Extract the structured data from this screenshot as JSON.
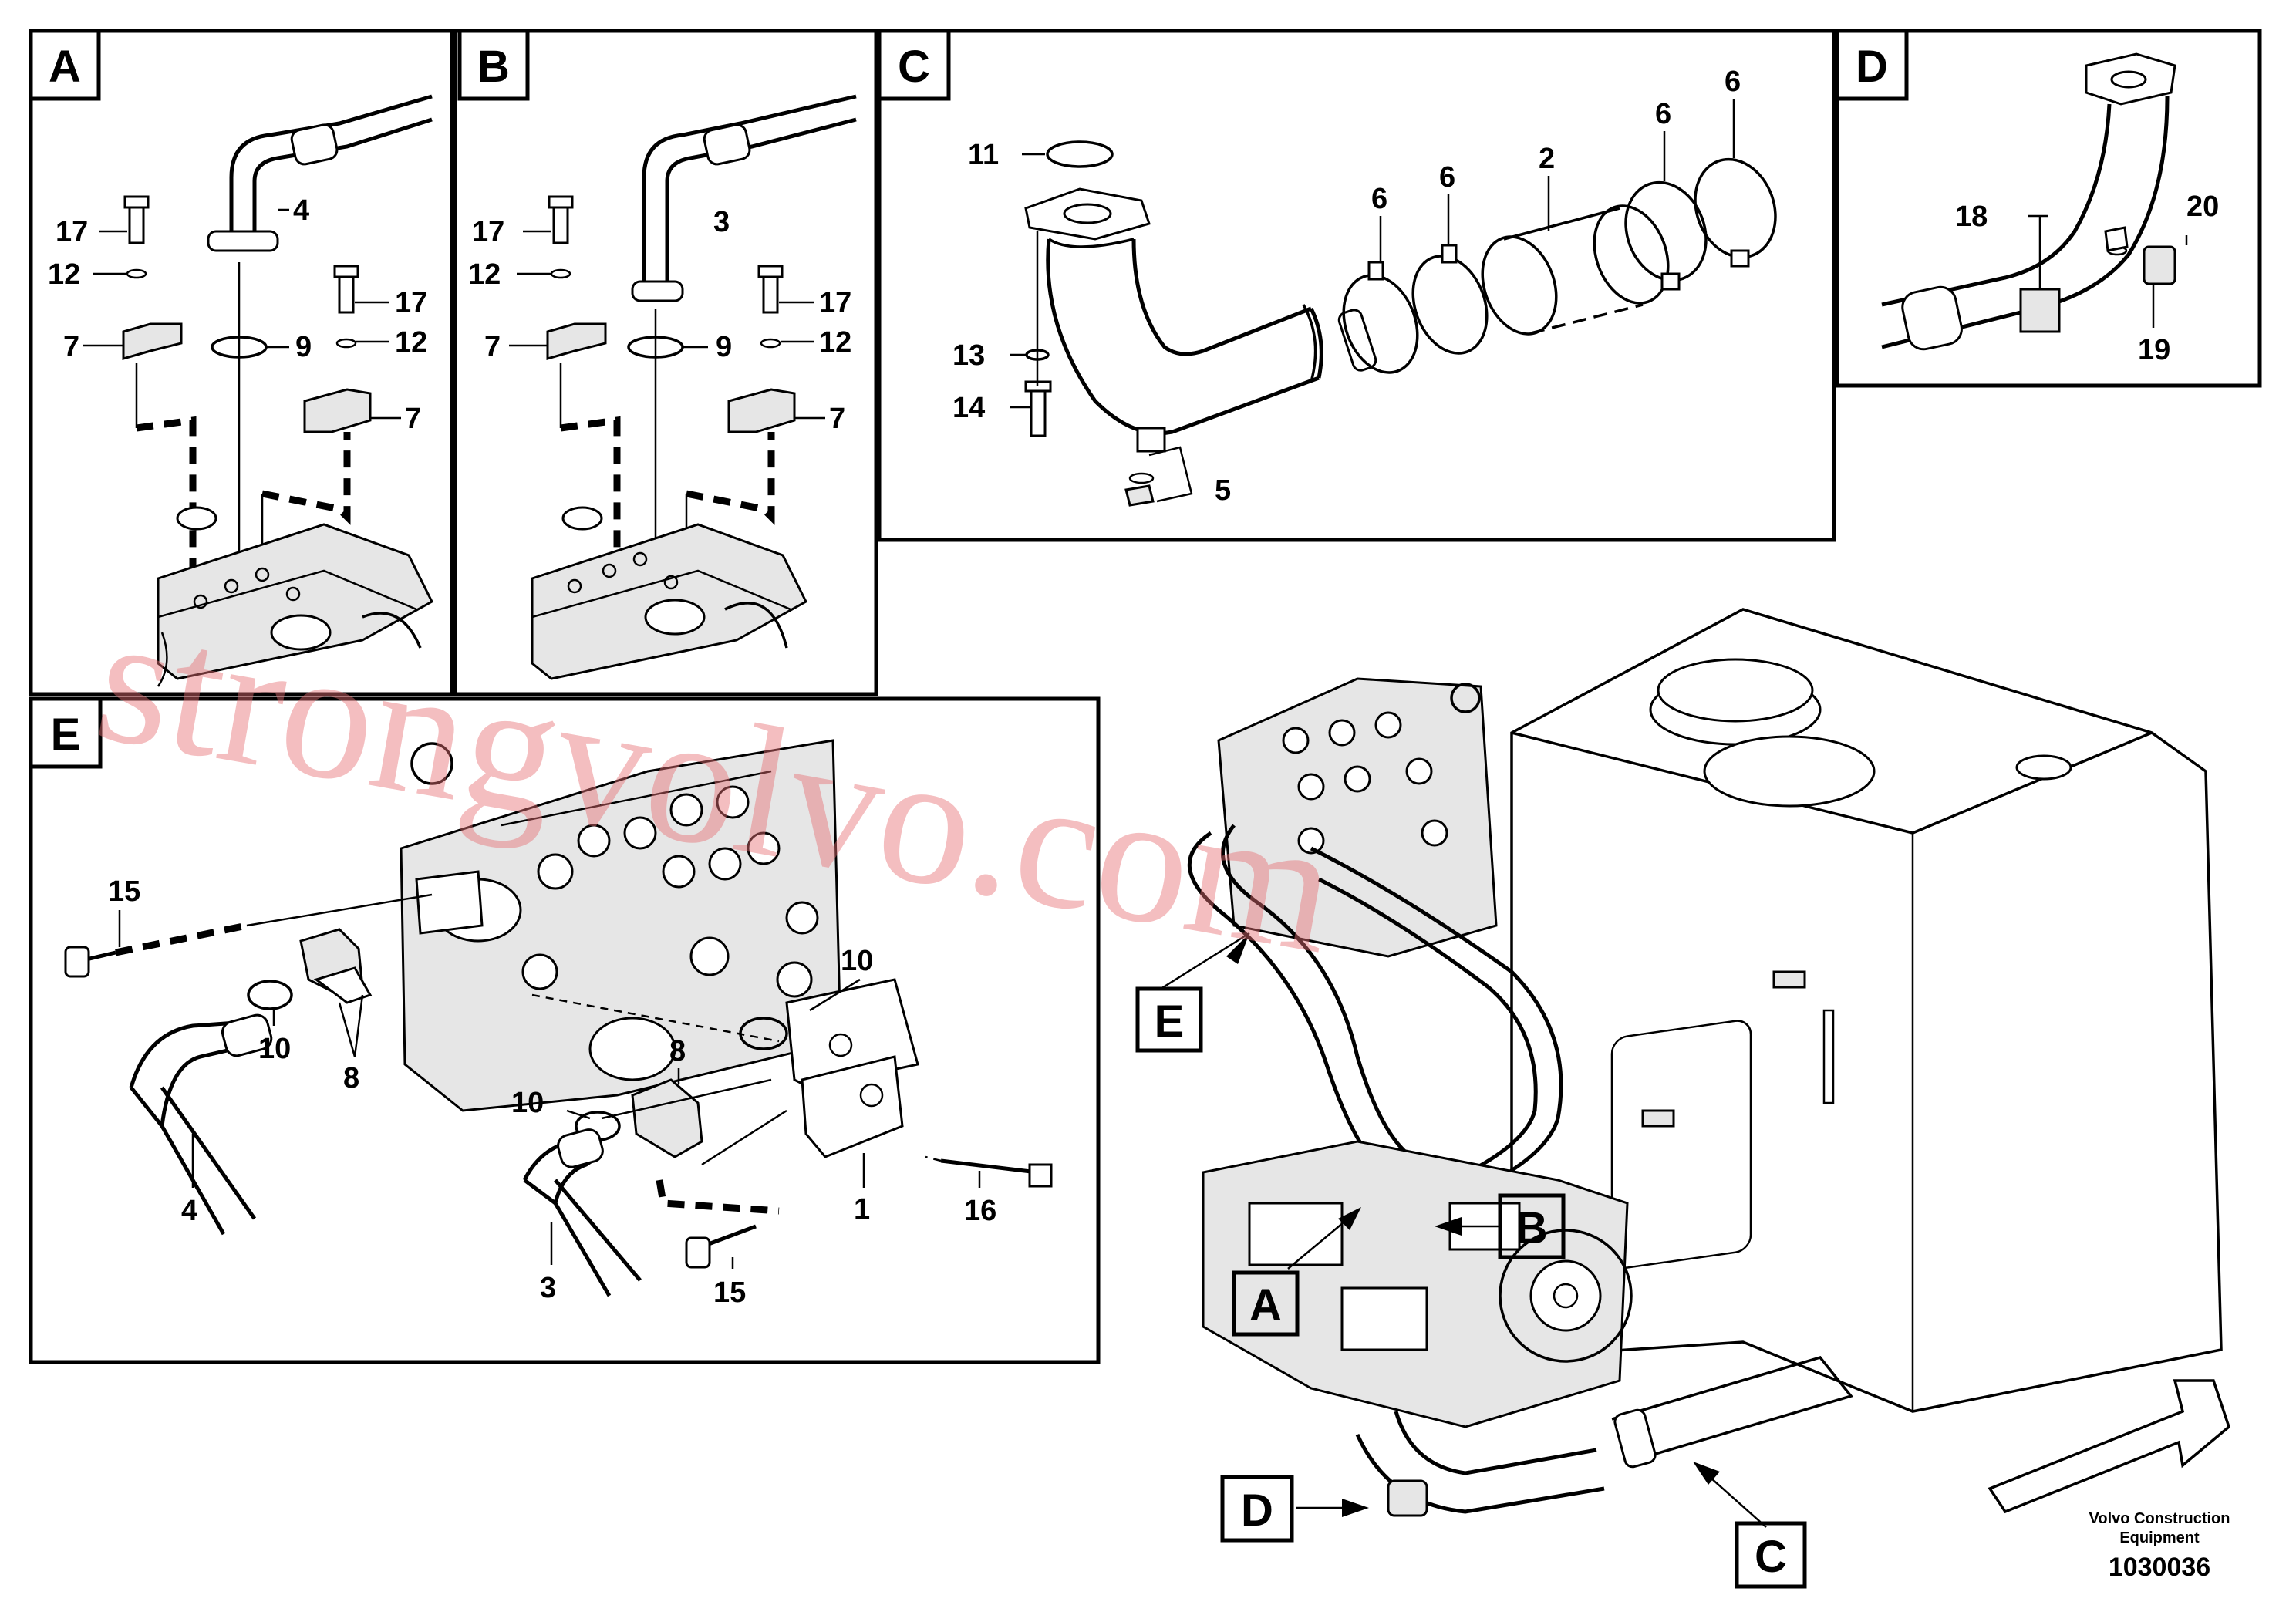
{
  "panels": {
    "A": {
      "letter": "A",
      "callouts": [
        "4",
        "17",
        "12",
        "7",
        "9",
        "17",
        "12",
        "7"
      ]
    },
    "B": {
      "letter": "B",
      "callouts": [
        "3",
        "17",
        "12",
        "7",
        "9",
        "17",
        "12",
        "7"
      ]
    },
    "C": {
      "letter": "C",
      "callouts": [
        "11",
        "13",
        "14",
        "5",
        "6",
        "6",
        "2",
        "6",
        "6"
      ]
    },
    "D": {
      "letter": "D",
      "callouts": [
        "18",
        "20",
        "19"
      ]
    },
    "E": {
      "letter": "E",
      "callouts": [
        "15",
        "10",
        "8",
        "4",
        "10",
        "10",
        "8",
        "1",
        "16",
        "3",
        "15"
      ]
    }
  },
  "overview_labels": [
    "E",
    "B",
    "A",
    "D",
    "C"
  ],
  "watermark": "strongvolvo.com",
  "footer": {
    "maker_line1": "Volvo Construction",
    "maker_line2": "Equipment",
    "ref_number": "1030036"
  }
}
